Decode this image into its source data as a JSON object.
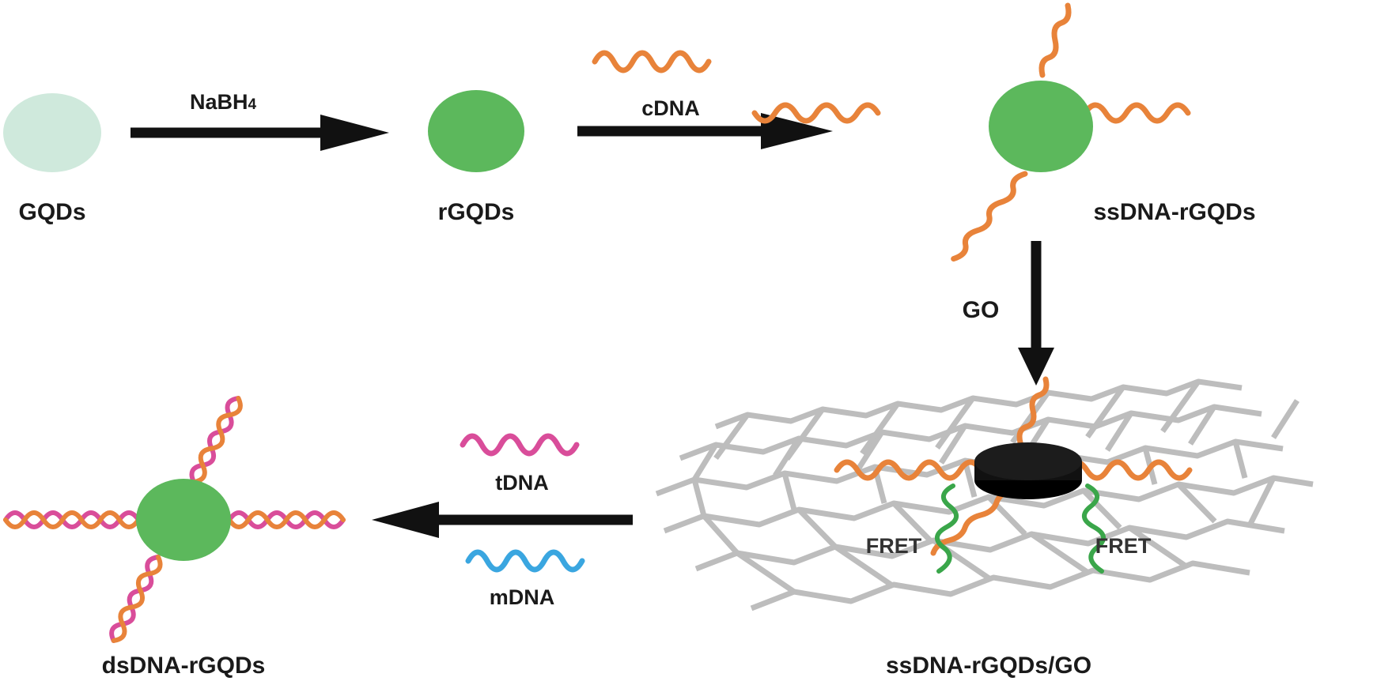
{
  "labels": {
    "gqds": "GQDs",
    "rgqds": "rGQDs",
    "ssdna_rgqds": "ssDNA-rGQDs",
    "ssdna_rgqds_go": "ssDNA-rGQDs/GO",
    "dsdna_rgqds": "dsDNA-rGQDs"
  },
  "reagents": {
    "nabh4_main": "NaBH",
    "nabh4_sub": "4",
    "cdna": "cDNA",
    "go": "GO",
    "tdna": "tDNA",
    "mdna": "mDNA"
  },
  "fret": {
    "left": "FRET",
    "right": "FRET"
  },
  "colors": {
    "gqd_light": "#cfe9dc",
    "rgqd_green": "#5cb85c",
    "cdna_orange": "#e8833a",
    "tdna_pink": "#d94d9a",
    "mdna_blue": "#3aa6e0",
    "fret_green": "#3aa64a",
    "arrow": "#111111",
    "graphene": "#bdbdbd",
    "go_disk": "#111111"
  },
  "icons": {
    "arrow_1": "right-arrow",
    "arrow_2": "right-arrow",
    "arrow_3": "down-arrow",
    "arrow_4": "left-arrow"
  }
}
